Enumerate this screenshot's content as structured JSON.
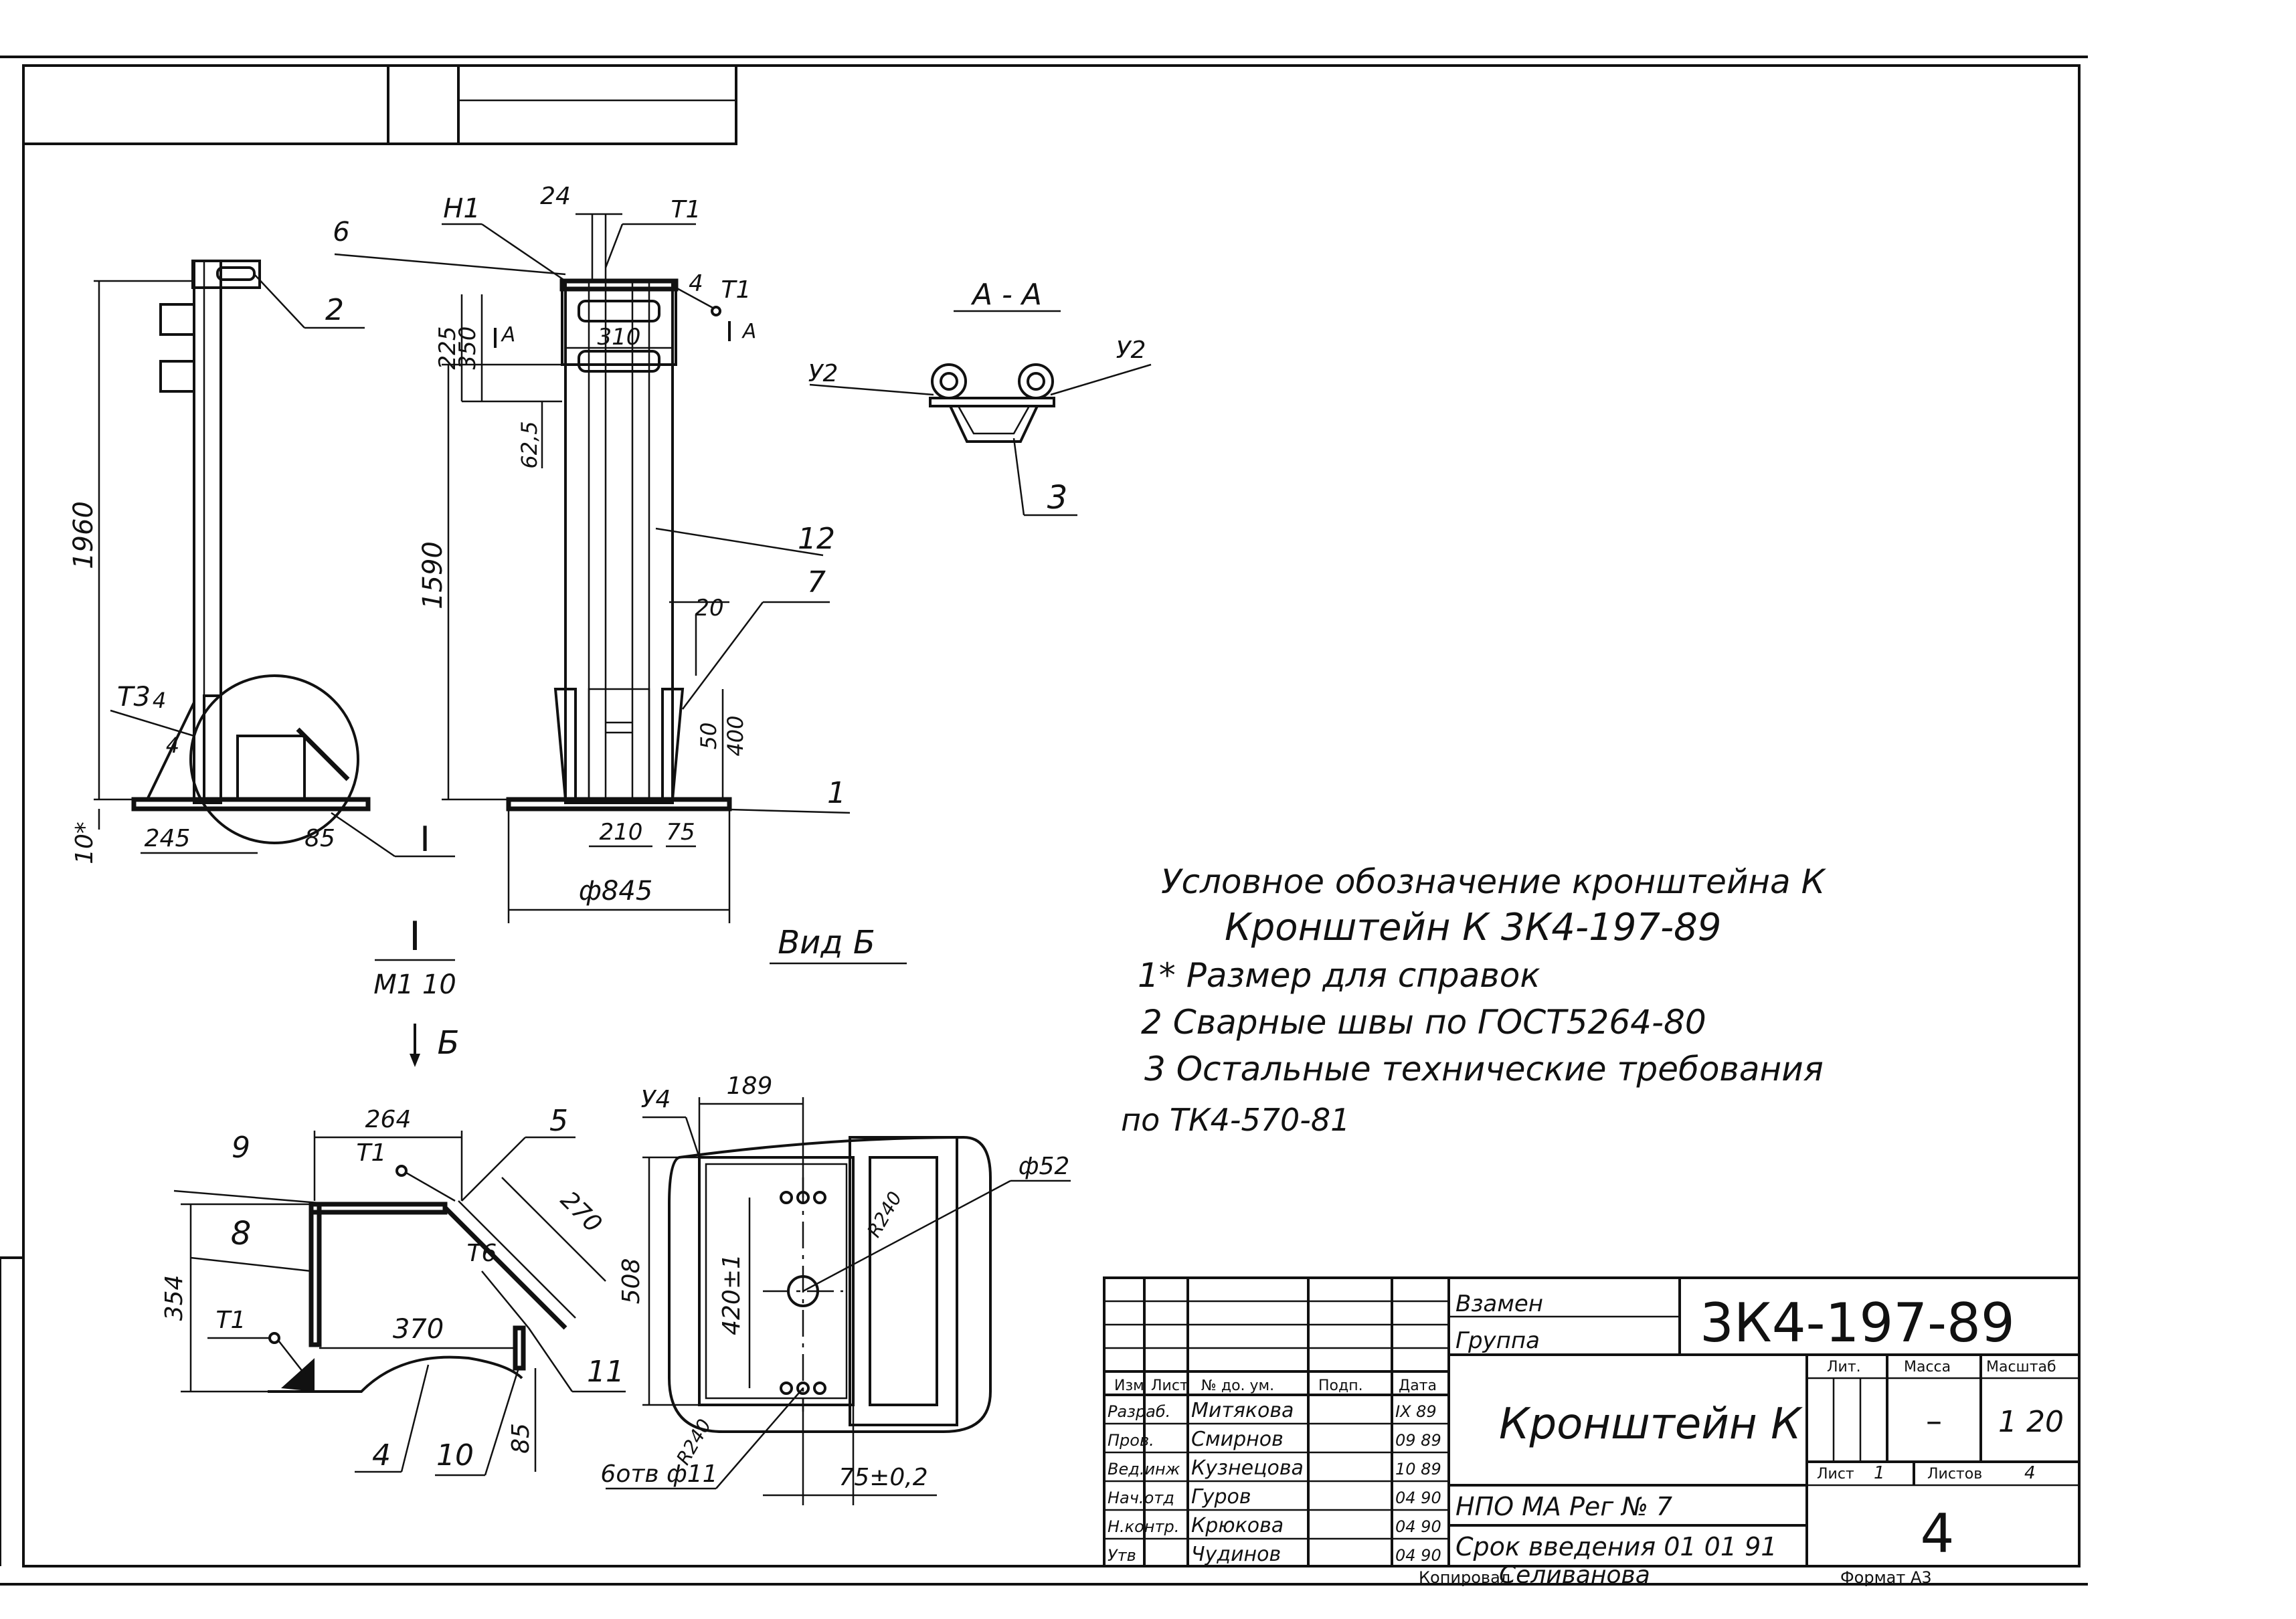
{
  "sheet": {
    "format_label": "Формат А3",
    "copied_label": "Копировал",
    "copied_name": "Селиванова"
  },
  "drawing": {
    "side_view": {
      "overall_height": "1960",
      "ref_dim": "10*",
      "offset_dim": "245",
      "small_dim": "85",
      "weld_mark": "Т3",
      "weld_size_a": "4",
      "weld_size_b": "4",
      "callout_2": "2",
      "detail_ref": "I"
    },
    "front_view": {
      "callout_h1": "Н1",
      "dim_24": "24",
      "weld_t1_top": "Т1",
      "callout_6": "6",
      "weld_size_4": "4",
      "weld_t1_right": "Т1",
      "section_a_left": "А",
      "section_a_right": "А",
      "dim_225": "225",
      "dim_350": "350",
      "dim_310": "310",
      "dim_62_5": "62,5",
      "dim_1590": "1590",
      "callout_12": "12",
      "dim_20": "20",
      "callout_7": "7",
      "dim_50": "50",
      "dim_400": "400",
      "callout_1": "1",
      "dim_210": "210",
      "dim_75": "75",
      "dim_845": "ф845",
      "view_label": "Вид Б"
    },
    "section_aa": {
      "title": "А - А",
      "weld_left": "У2",
      "weld_right": "У2",
      "callout_3": "3"
    },
    "detail_i": {
      "title": "I",
      "scale": "М1 10"
    },
    "view_b_arrow": "Б",
    "detail_bottom": {
      "dim_264": "264",
      "callout_9": "9",
      "weld_t1_a": "Т1",
      "callout_5": "5",
      "callout_8": "8",
      "dim_354": "354",
      "dim_270": "270",
      "weld_t6": "Т6",
      "weld_t1_b": "Т1",
      "dim_370": "370",
      "callout_11": "11",
      "callout_4": "4",
      "callout_10": "10",
      "dim_85": "85"
    },
    "plan_view": {
      "weld_y4": "У4",
      "dim_189": "189",
      "dim_d52": "ф52",
      "dim_508": "508",
      "dim_420": "420±1",
      "radius_a": "R240",
      "radius_b": "R240",
      "holes": "6отв ф11",
      "dim_75": "75±0,2"
    }
  },
  "notes": {
    "line1": "Условное обозначение кронштейна К",
    "line2": "Кронштейн К 3К4-197-89",
    "line3": "1* Размер для справок",
    "line4": "2 Сварные швы по ГОСТ5264-80",
    "line5": "3 Остальные технические требования",
    "line6": "по ТК4-570-81"
  },
  "title_block": {
    "replaces_label": "Взамен",
    "group_label": "Группа",
    "doc_code": "3К4-197-89",
    "name": "Кронштейн К",
    "org": "НПО МА Рег № 7",
    "intro_date": "Срок введения 01 01 91",
    "sheet_number": "4",
    "col_headers": [
      "Изм",
      "Лист",
      "№ до. ум.",
      "Подп.",
      "Дата"
    ],
    "rows": [
      {
        "role": "Разраб.",
        "name": "Митякова",
        "date": "IX 89"
      },
      {
        "role": "Пров.",
        "name": "Смирнов",
        "date": "09 89"
      },
      {
        "role": "Вед.инж",
        "name": "Кузнецова",
        "date": "10 89"
      },
      {
        "role": "Нач.отд",
        "name": "Гуров",
        "date": "04 90"
      },
      {
        "role": "Н.контр.",
        "name": "Крюкова",
        "date": "04 90"
      },
      {
        "role": "Утв",
        "name": "Чудинов",
        "date": "04 90"
      }
    ],
    "lit_label": "Лит.",
    "mass_label": "Масса",
    "scale_label": "Масштаб",
    "mass_value": "–",
    "scale_value": "1 20",
    "sheet_label": "Лист",
    "sheet_value": "1",
    "sheets_label": "Листов",
    "sheets_value": "4"
  }
}
